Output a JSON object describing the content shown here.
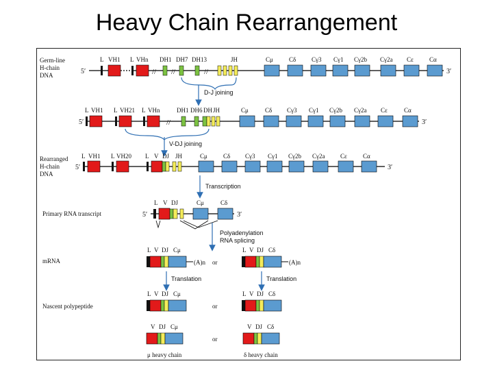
{
  "title": "Heavy Chain Rearrangement",
  "rows": {
    "germline": {
      "label": [
        "Germ-line",
        "H-chain",
        "DNA"
      ],
      "five": "5′",
      "three": "3′",
      "labels": [
        "L",
        "VH1",
        "L",
        "VHn",
        "DH1",
        "DH7",
        "DH13",
        "JH",
        "Cμ",
        "Cδ",
        "Cγ3",
        "Cγ1",
        "Cγ2b",
        "Cγ2a",
        "Cε",
        "Cα"
      ]
    },
    "dj": {
      "five": "5′",
      "three": "3′",
      "labels": [
        "L",
        "VH1",
        "L",
        "VH21",
        "L",
        "VHn",
        "DH1",
        "DH6",
        "DH",
        "JH",
        "Cμ",
        "Cδ",
        "Cγ3",
        "Cγ1",
        "Cγ2b",
        "Cγ2a",
        "Cε",
        "Cα"
      ]
    },
    "rearranged": {
      "label": [
        "Rearranged",
        "H-chain",
        "DNA"
      ],
      "five": "5′",
      "three": "3′",
      "labels": [
        "L",
        "VH1",
        "L",
        "VH20",
        "L",
        "V",
        "DJ",
        "JH",
        "Cμ",
        "Cδ",
        "Cγ3",
        "Cγ1",
        "Cγ2b",
        "Cγ2a",
        "Cε",
        "Cα"
      ]
    },
    "primary": {
      "label": "Primary RNA transcript",
      "five": "5′",
      "three": "3′",
      "labels": [
        "L",
        "V",
        "DJ",
        "Cμ",
        "Cδ"
      ]
    },
    "mrna": {
      "label": "mRNA",
      "left_labels": [
        "L",
        "V",
        "DJ",
        "Cμ"
      ],
      "right_labels": [
        "L",
        "V",
        "DJ",
        "Cδ"
      ],
      "polyA": "(A)n",
      "or": "or"
    },
    "nascent": {
      "label": "Nascent polypeptide",
      "left_labels": [
        "L",
        "V",
        "DJ",
        "Cμ"
      ],
      "right_labels": [
        "L",
        "V",
        "DJ",
        "Cδ"
      ],
      "or": "or"
    },
    "mature": {
      "left_labels": [
        "V",
        "DJ",
        "Cμ"
      ],
      "right_labels": [
        "V",
        "DJ",
        "Cδ"
      ],
      "or": "or",
      "left_caption": "μ heavy chain",
      "right_caption": "δ heavy chain"
    }
  },
  "steps": {
    "dj_joining": "D-J joining",
    "vdj_joining": "V-DJ joining",
    "transcription": "Transcription",
    "polyadenylation": "Polyadenylation",
    "rna_splicing": "RNA splicing",
    "translation_left": "Translation",
    "translation_right": "Translation"
  },
  "colors": {
    "leader": "#111111",
    "v_segment": "#e21a1a",
    "d_segment": "#7cc242",
    "j_segment": "#f4ec5a",
    "constant": "#5b9bd0",
    "arrow": "#2f6fb3"
  }
}
